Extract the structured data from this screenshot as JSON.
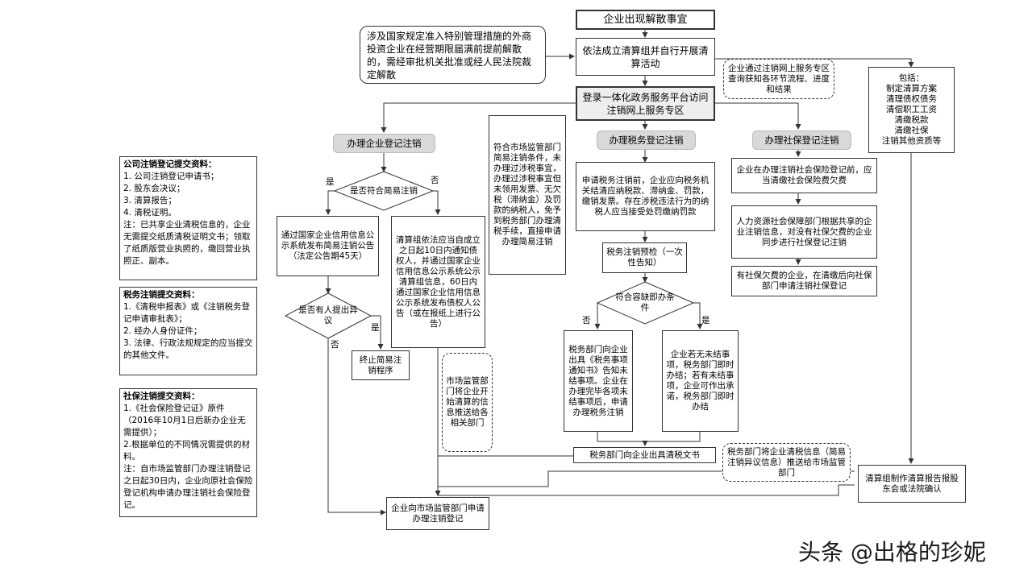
{
  "nodes": {
    "start": "企业出现解散事宜",
    "foreign_note": "涉及国家规定准入特别管理措施的外商投资企业在经营期限届满前提前解散的，需经审批机关批准或经人民法院裁定解散",
    "liquidation_group": "依法成立清算组并自行开展清算活动",
    "online_query": "企业通过注销网上服务专区查询获知各环节流程、进度和结果",
    "includes": "包括：\n制定清算方案\n清理债权债务\n清偿职工工资\n清缴税款\n清缴社保\n注销其他资质等",
    "portal": "登录一体化政务服务平台访问注销网上服务专区",
    "enterprise_header": "办理企业登记注销",
    "tax_header": "办理税务登记注销",
    "social_header": "办理社保登记注销",
    "simple_tax": "符合市场监管部门简易注销条件，未办理过涉税事宜，办理过涉税事宜但未领用发票、无欠税（滞纳金）及罚款的纳税人，免予到税务部门办理清税手续，直接申请办理简易注销",
    "simple_decision": "是否符合简易注销",
    "public_announcement": "通过国家企业信用信息公示系统发布简易注销公告（法定公告期45天）",
    "creditor_notice": "清算组依法应当自成立之日起10日内通知债权人，并通过国家企业信用信息公示系统公示清算组信息，60日内通过国家企业信用信息公示系统发布债权人公告（或在报纸上进行公告）",
    "objection_decision": "是否有人提出异议",
    "terminate": "终止简易注销程序",
    "push_info": "市场监管部门将企业开始清算的信息推送给各相关部门",
    "tax_clearance": "申请税务注销前，企业应向税务机关结清应纳税款、滞纳金、罚款，缴销发票。存在涉税违法行为的纳税人应当接受处罚缴纳罚款",
    "precheck": "税务注销预检（一次性告知）",
    "instant_decision": "符合容缺即办条件",
    "tax_notice": "税务部门向企业出具《税务事项通知书》告知未结事项。企业在办理完毕各项未结事项后，申请办理税务注销",
    "instant_settle": "企业若无未结事项，税务部门即时办结；若有未结事项，企业可作出承诺，税务部门即时办结",
    "tax_certificate": "税务部门向企业出具清税文书",
    "tax_push": "税务部门将企业清税信息（简易注销异议信息）推送给市场监管部门",
    "social_clearance": "企业在办理注销社会保险登记前，应当清缴社会保险费欠费",
    "hr_sync": "人力资源社会保障部门根据共享的企业注销信息，对没有社保欠费的企业同步进行社保登记注销",
    "arrears": "有社保欠费的企业，在清缴后向社保部门申请注销社保登记",
    "report": "清算组制作清算报告报股东会或法院确认",
    "final": "企业向市场监管部门申请办理注销登记"
  },
  "labels": {
    "yes": "是",
    "no": "否"
  },
  "materials": {
    "company": {
      "title": "公司注销登记提交资料：",
      "body": "1. 公司注销登记申请书；\n2. 股东会决议；\n3. 清算报告；\n4. 清税证明。\n注：已共享企业清税信息的，企业无需提交纸质清税证明文书；领取了纸质版营业执照的，缴回营业执照正、副本。"
    },
    "tax": {
      "title": "税务注销提交资料：",
      "body": "1.《清税申报表》或《注销税务登记申请审批表》；\n2. 经办人身份证件；\n3. 法律、行政法规规定的应当提交的其他文件。"
    },
    "social": {
      "title": "社保注销提交资料：",
      "body": "1.《社会保险登记证》原件（2016年10月1日后新办企业无需提供）；\n2.根据单位的不同情况需提供的材料。\n注：自市场监管部门办理注销登记之日起30日内，企业向原社会保险登记机构申请办理注销社会保险登记。"
    }
  },
  "watermark": "头条 @出格的珍妮"
}
